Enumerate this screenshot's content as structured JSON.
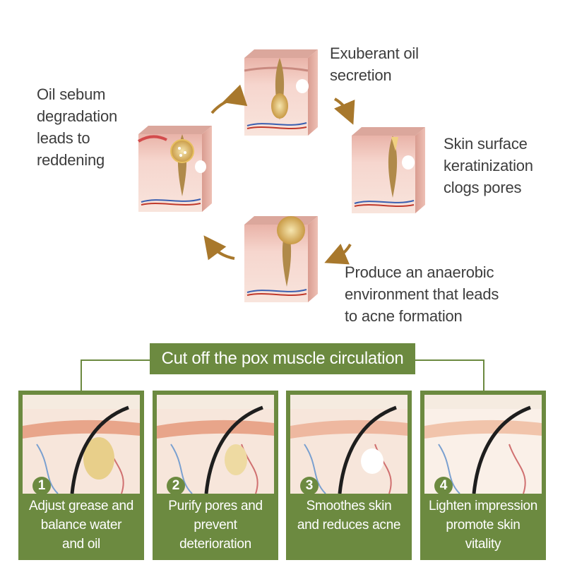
{
  "cycle": {
    "top": "Exuberant oil\nsecretion",
    "left": "Oil sebum\ndegradation\nleads to\nreddening",
    "right": "Skin surface\nkeratinization\nclogs pores",
    "bottom": "Produce an anaerobic\nenvironment that leads\nto acne formation"
  },
  "banner": "Cut off the pox muscle circulation",
  "steps": [
    {
      "num": "1",
      "text": "Adjust grease and\nbalance water\nand oil"
    },
    {
      "num": "2",
      "text": "Purify pores and\nprevent\ndeterioration"
    },
    {
      "num": "3",
      "text": "Smoothes skin\nand reduces acne"
    },
    {
      "num": "4",
      "text": "Lighten impression\npromote skin\nvitality"
    }
  ],
  "colors": {
    "green": "#6c8a40",
    "arrow": "#a8782c",
    "skin": "#f3c7bd",
    "hair": "#1e1e1e"
  }
}
